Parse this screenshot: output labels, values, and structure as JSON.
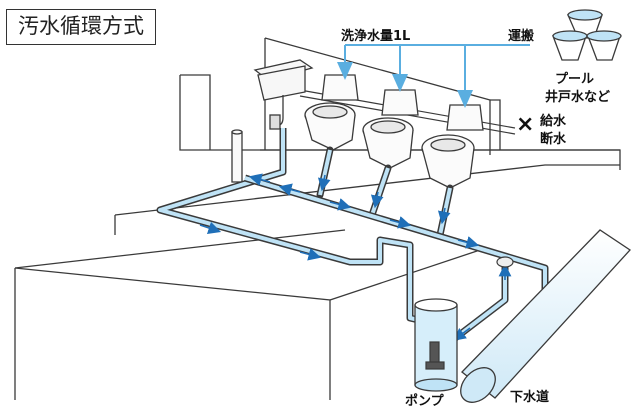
{
  "title": "汚水循環方式",
  "labels": {
    "flush_volume": "洗浄水量1L",
    "transport": "運搬",
    "pool": "プール",
    "well_water": "井戸水など",
    "cross_mark": "×",
    "water_supply": "給水",
    "cutoff": "断水",
    "pump": "ポンプ",
    "sewer": "下水道"
  },
  "colors": {
    "water": "#5aaee0",
    "water_light": "#bfe3f6",
    "arrow": "#1f6fb8",
    "line": "#3a3a3a",
    "panel": "#f4f4f4"
  },
  "icons": [
    "toilet-icon",
    "sink-icon",
    "bucket-icon",
    "pump-icon",
    "sewer-pipe-icon"
  ]
}
